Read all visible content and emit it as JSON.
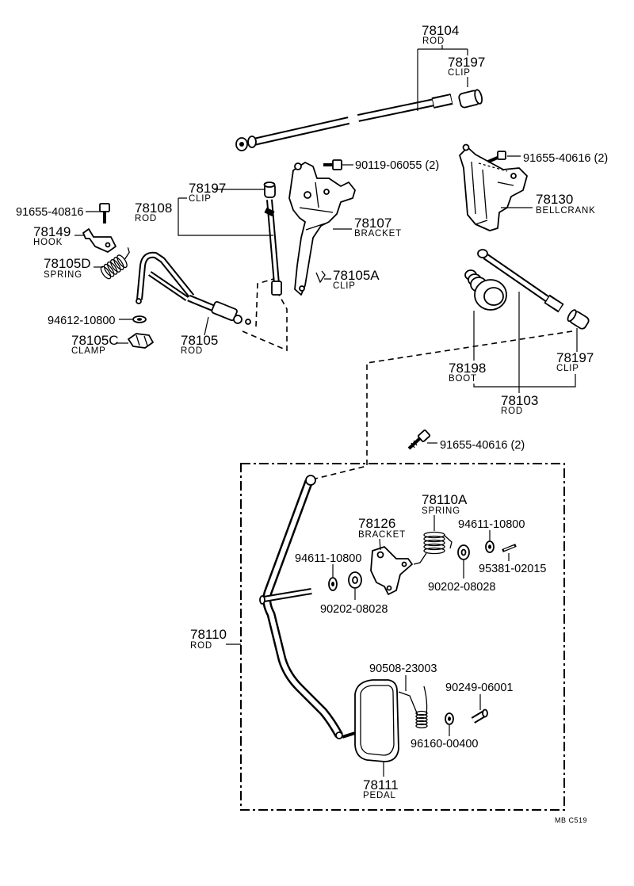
{
  "callouts": [
    {
      "number": "78104",
      "name": "ROD"
    },
    {
      "number": "78197",
      "name": "CLIP"
    },
    {
      "number": "90119-06055 (2)"
    },
    {
      "number": "91655-40616 (2)"
    },
    {
      "number": "78197",
      "name": "CLIP"
    },
    {
      "number": "78108",
      "name": "ROD"
    },
    {
      "number": "91655-40816"
    },
    {
      "number": "78130",
      "name": "BELLCRANK"
    },
    {
      "number": "78107",
      "name": "BRACKET"
    },
    {
      "number": "78149",
      "name": "HOOK"
    },
    {
      "number": "78105D",
      "name": "SPRING"
    },
    {
      "number": "78105A",
      "name": "CLIP"
    },
    {
      "number": "94612-10800"
    },
    {
      "number": "78105C",
      "name": "CLAMP"
    },
    {
      "number": "78105",
      "name": "ROD"
    },
    {
      "number": "78197",
      "name": "CLIP"
    },
    {
      "number": "78198",
      "name": "BOOT"
    },
    {
      "number": "78103",
      "name": "ROD"
    },
    {
      "number": "91655-40616 (2)"
    },
    {
      "number": "78110A",
      "name": "SPRING"
    },
    {
      "number": "94611-10800"
    },
    {
      "number": "78126",
      "name": "BRACKET"
    },
    {
      "number": "94611-10800"
    },
    {
      "number": "95381-02015"
    },
    {
      "number": "90202-08028"
    },
    {
      "number": "90202-08028"
    },
    {
      "number": "78110",
      "name": "ROD"
    },
    {
      "number": "90508-23003"
    },
    {
      "number": "90249-06001"
    },
    {
      "number": "96160-00400"
    },
    {
      "number": "78111",
      "name": "PEDAL"
    }
  ],
  "footer_code": "MB C519"
}
